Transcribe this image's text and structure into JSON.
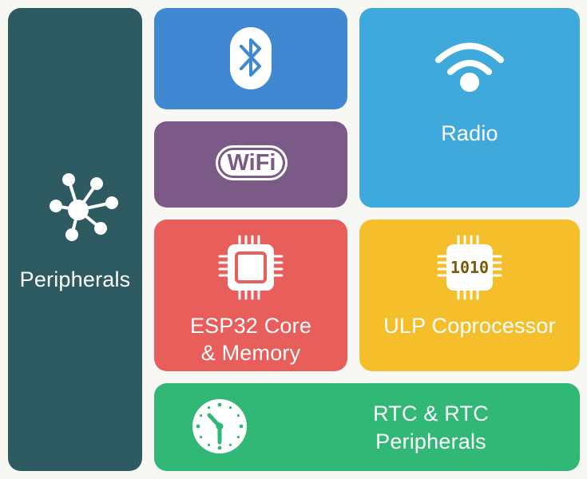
{
  "blocks": {
    "peripherals": {
      "label": "Peripherals",
      "color": "#2e5b62",
      "icon": "hub-network-icon"
    },
    "bluetooth": {
      "color": "#4188d2",
      "icon": "bluetooth-icon"
    },
    "wifi": {
      "color": "#7b5a87",
      "icon": "wifi-logo",
      "logo_text": "WiFi"
    },
    "radio": {
      "label": "Radio",
      "color": "#40a9dc",
      "icon": "wireless-signal-icon"
    },
    "esp32_core": {
      "label_line1": "ESP32 Core",
      "label_line2": "& Memory",
      "color": "#e85e5b",
      "icon": "cpu-chip-icon"
    },
    "ulp": {
      "label": "ULP Coprocessor",
      "color": "#f4bf2a",
      "icon": "binary-chip-icon",
      "chip_text": "1010"
    },
    "rtc": {
      "label_line1": "RTC & RTC",
      "label_line2": "Peripherals",
      "color": "#31b876",
      "icon": "clock-icon"
    }
  }
}
